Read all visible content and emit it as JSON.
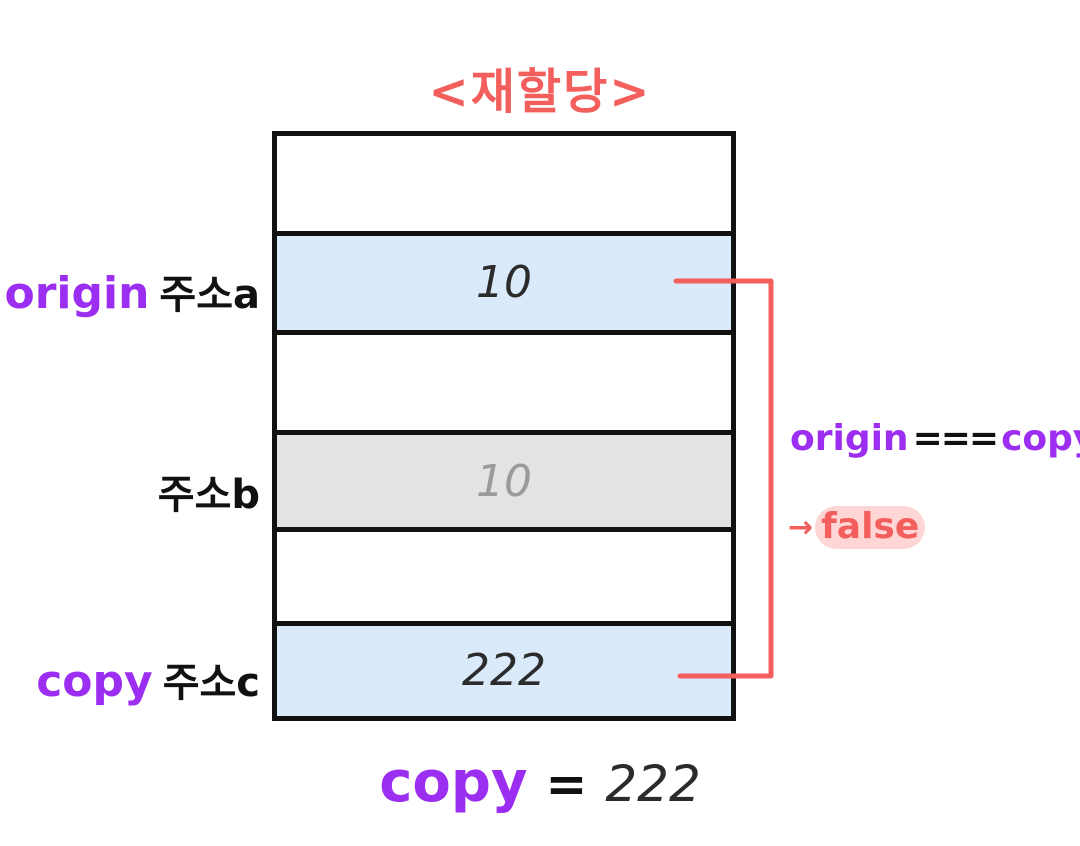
{
  "title": "<재할당>",
  "memory_rows": [
    {
      "value": ""
    },
    {
      "value": "10"
    },
    {
      "value": ""
    },
    {
      "value": "10"
    },
    {
      "value": ""
    },
    {
      "value": "222"
    }
  ],
  "labels": {
    "a": {
      "var": "origin",
      "addr": "주소a"
    },
    "b": {
      "var": "",
      "addr": "주소b"
    },
    "c": {
      "var": "copy",
      "addr": "주소c"
    }
  },
  "comparison": {
    "left": "origin",
    "operator": "===",
    "right": "copy",
    "arrow": "→",
    "result": "false"
  },
  "bottom": {
    "var": "copy",
    "eq": "=",
    "value": "222"
  },
  "colors": {
    "accent_red": "#f25f5c",
    "variable_purple": "#9b2ef0",
    "row_blue": "#dbeafb",
    "row_gray": "#e3e3e3"
  }
}
